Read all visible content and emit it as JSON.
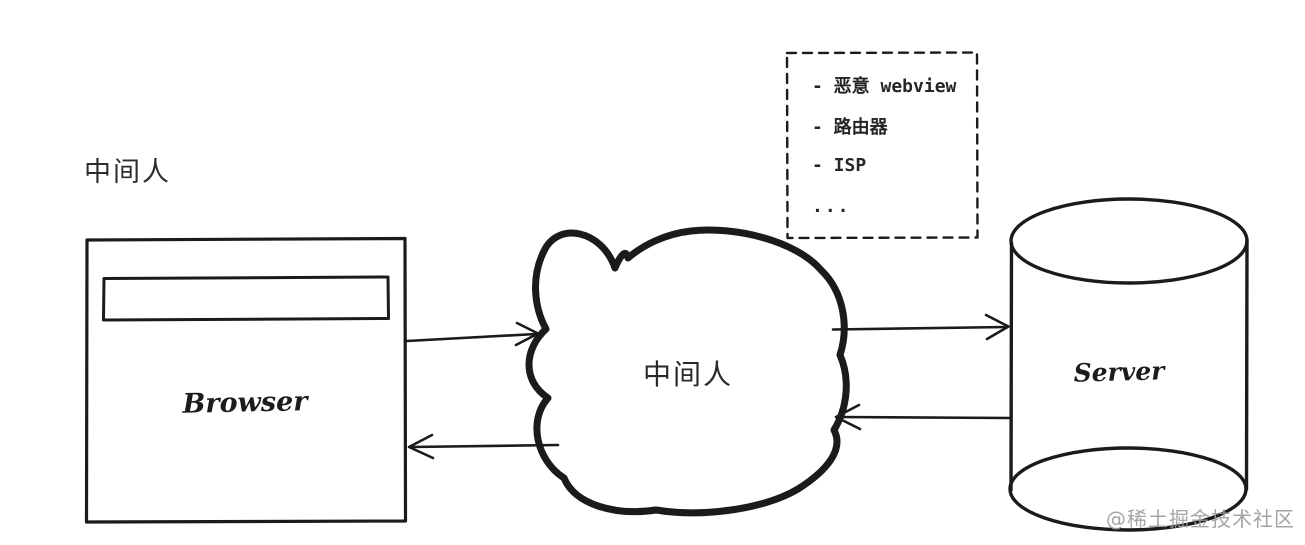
{
  "colors": {
    "ink": "#1b1b1b",
    "background": "#ffffff",
    "watermark_gray": "#9d9d9d"
  },
  "title_label": "中间人",
  "nodes": {
    "browser": {
      "label": "Browser"
    },
    "mitm_cloud": {
      "label": "中间人"
    },
    "server": {
      "label": "Server"
    }
  },
  "mitm_examples_box": {
    "items": [
      "- 恶意 webview",
      "- 路由器",
      "- ISP",
      "..."
    ]
  },
  "watermark": "@稀土掘金技术社区"
}
